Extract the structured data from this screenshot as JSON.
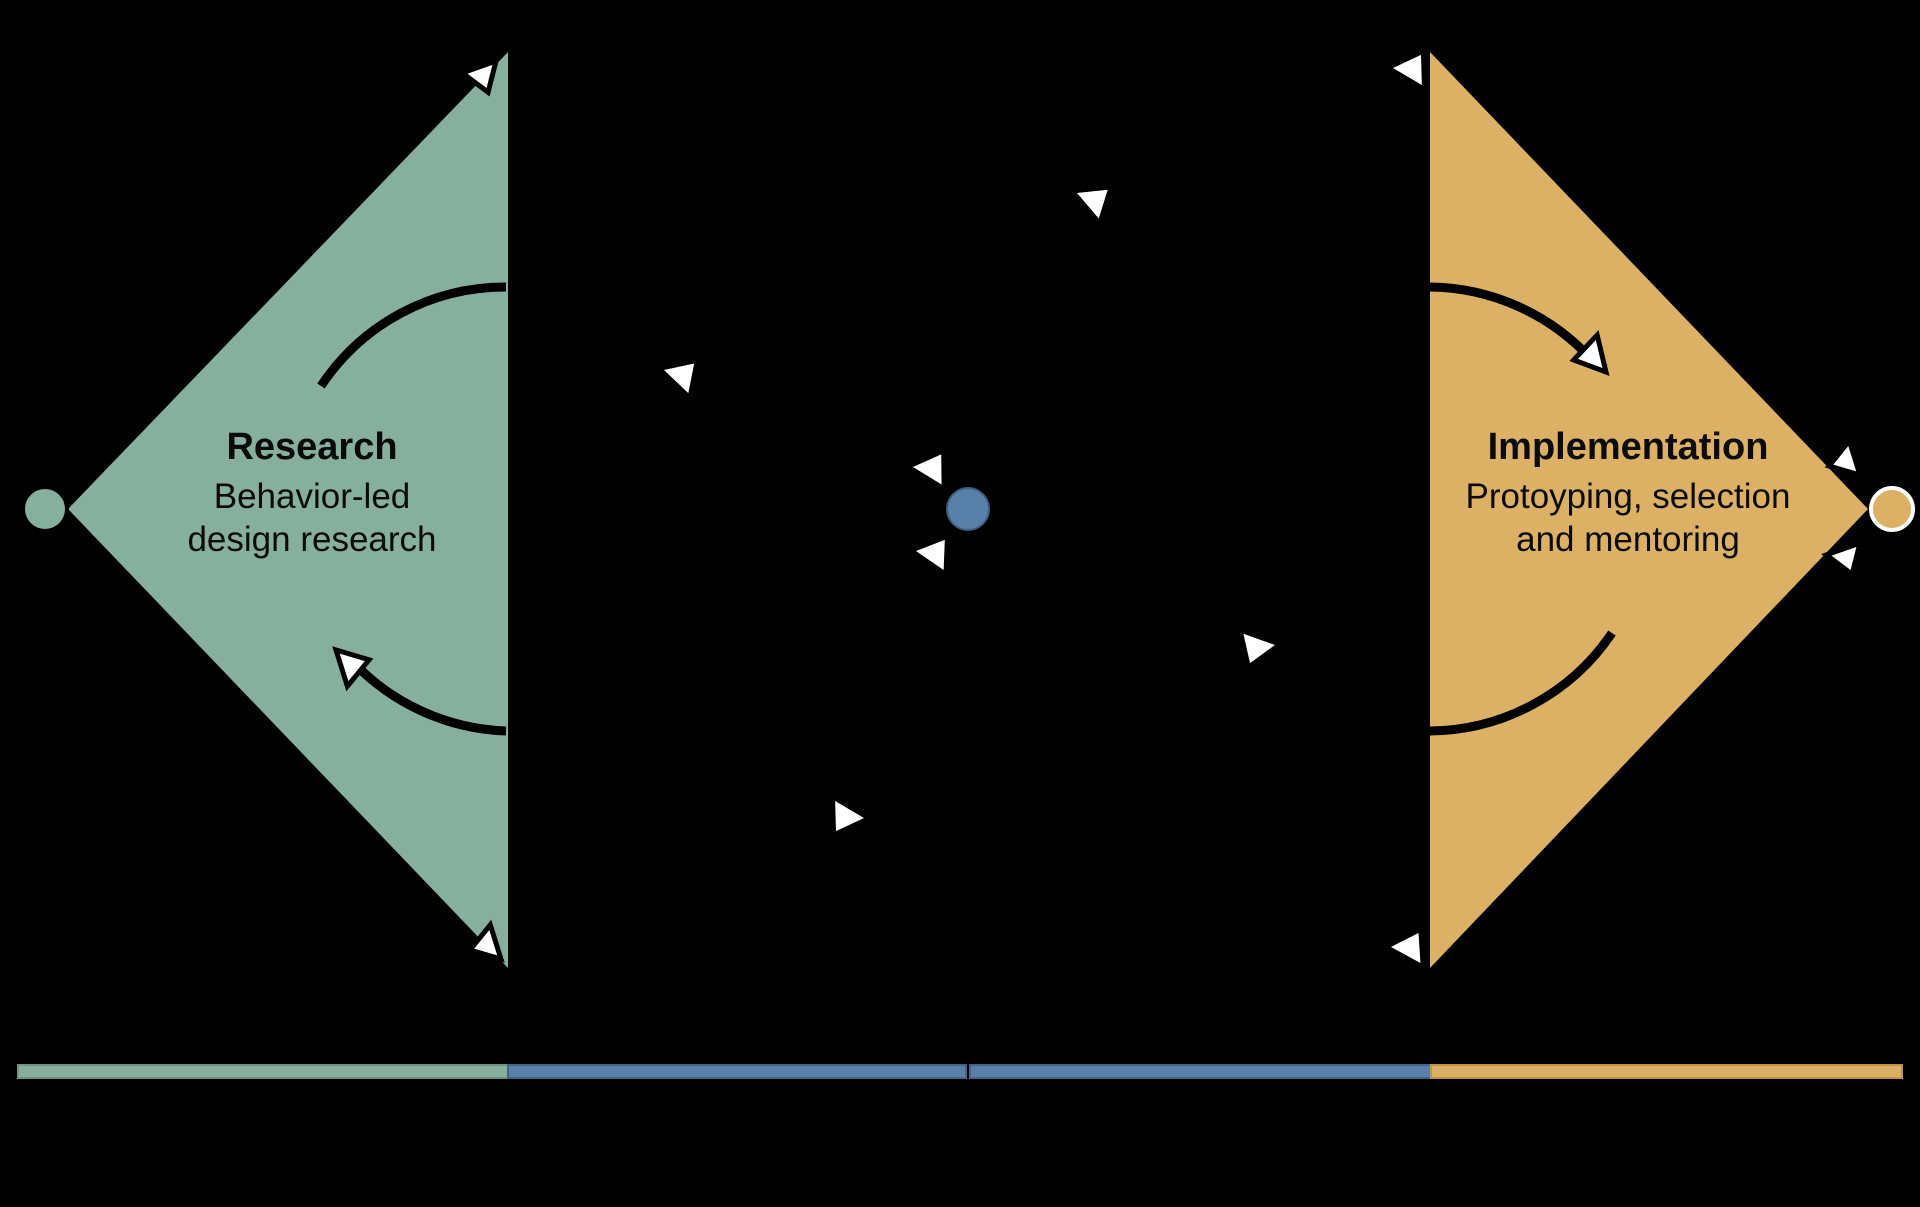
{
  "research": {
    "title": "Research",
    "subtitle_lines": [
      "Behavior-led",
      "design research"
    ]
  },
  "implementation": {
    "title": "Implementation",
    "subtitle_lines": [
      "Protoyping, selection",
      "and mentoring"
    ]
  },
  "colors": {
    "background": "#000000",
    "research_fill": "#87AF9E",
    "implementation_fill": "#DCB165",
    "center_dot_fill": "#5880A8",
    "timeline_blue": "#5880A8",
    "arrow_fill": "#FFFFFF",
    "arrow_outline": "#000000",
    "cycle_arrow_stroke": "#000000",
    "text_color": "#0B0B0B"
  },
  "timeline": {
    "segments": [
      {
        "name": "research-phase",
        "color": "#87AF9E"
      },
      {
        "name": "transition-left-phase",
        "color": "#5880A8"
      },
      {
        "name": "transition-right-phase",
        "color": "#5880A8"
      },
      {
        "name": "implementation-phase",
        "color": "#DCB165"
      }
    ]
  },
  "icons": {
    "arrowhead": "white-triangle-arrowhead",
    "cycle_arrow": "curved-black-arrow",
    "endpoint_dot": "circle-node"
  }
}
